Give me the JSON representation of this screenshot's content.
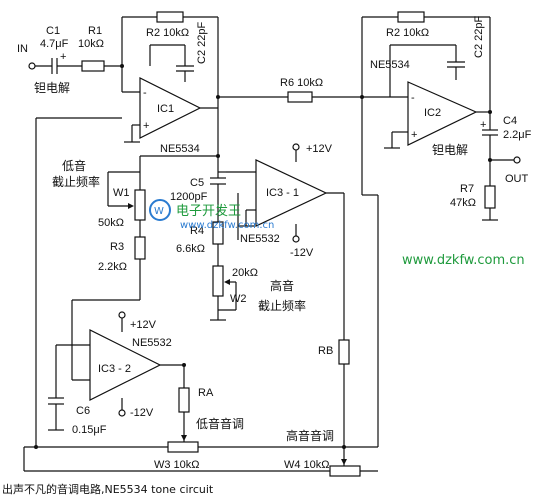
{
  "labels": {
    "in": "IN",
    "c1": "C1",
    "c1_val": "4.7μF",
    "r1": "R1",
    "r1_val": "10kΩ",
    "tantalum_left": "钽电解",
    "r2_left": "R2  10kΩ",
    "c2_left": "C2  22pF",
    "ic1": "IC1",
    "ne5534_left": "NE5534",
    "r6": "R6  10kΩ",
    "r2_right": "R2  10kΩ",
    "ne5534_right": "NE5534",
    "ic2": "IC2",
    "c2_right": "C2  22pF",
    "c4": "C4",
    "c4_val": "2.2μF",
    "tantalum_right": "钽电解",
    "out": "OUT",
    "r7": "R7",
    "r7_val": "47kΩ",
    "low_cutoff_1": "低音",
    "low_cutoff_2": "截止频率",
    "w1": "W1",
    "w1_val": "50kΩ",
    "c5": "C5",
    "c5_val": "1200pF",
    "r4": "R4",
    "r4_val": "6.6kΩ",
    "plus12_top": "+12V",
    "ic31": "IC3 - 1",
    "ne5532_top": "NE5532",
    "minus12_top": "-12V",
    "r3": "R3",
    "r3_val": "2.2kΩ",
    "w2_val": "20kΩ",
    "high_cutoff_1": "高音",
    "high_cutoff_2": "截止频率",
    "w2": "W2",
    "plus12_bottom": "+12V",
    "ne5532_bottom": "NE5532",
    "ic32": "IC3 - 2",
    "c6": "C6",
    "c6_val": "0.15μF",
    "minus12_bottom": "-12V",
    "ra": "RA",
    "rb": "RB",
    "bass_tone": "低音音调",
    "treble_tone": "高音音调",
    "w3": "W3  10kΩ",
    "w4": "W4  10kΩ"
  },
  "watermark": {
    "brand": "电子开发王",
    "url_small": "www.dzkfw.com.cn",
    "url_side": "www.dzkfw.com.cn",
    "color": "#1e9a3c"
  },
  "caption": "出声不凡的音调电路,NE5534 tone circuit"
}
